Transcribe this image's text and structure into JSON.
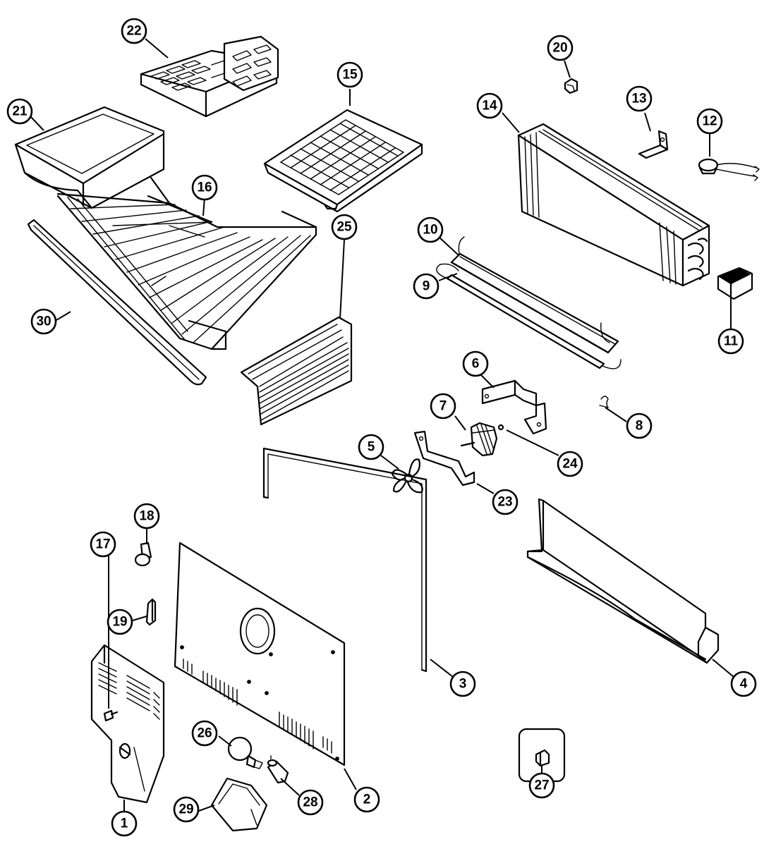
{
  "callouts": [
    {
      "id": "c1",
      "label": "1"
    },
    {
      "id": "c2",
      "label": "2"
    },
    {
      "id": "c3",
      "label": "3"
    },
    {
      "id": "c4",
      "label": "4"
    },
    {
      "id": "c5",
      "label": "5"
    },
    {
      "id": "c6",
      "label": "6"
    },
    {
      "id": "c7",
      "label": "7"
    },
    {
      "id": "c8",
      "label": "8"
    },
    {
      "id": "c9",
      "label": "9"
    },
    {
      "id": "c10",
      "label": "10"
    },
    {
      "id": "c11",
      "label": "11"
    },
    {
      "id": "c12",
      "label": "12"
    },
    {
      "id": "c13",
      "label": "13"
    },
    {
      "id": "c14",
      "label": "14"
    },
    {
      "id": "c15",
      "label": "15"
    },
    {
      "id": "c16",
      "label": "16"
    },
    {
      "id": "c17",
      "label": "17"
    },
    {
      "id": "c18",
      "label": "18"
    },
    {
      "id": "c19",
      "label": "19"
    },
    {
      "id": "c20",
      "label": "20"
    },
    {
      "id": "c21",
      "label": "21"
    },
    {
      "id": "c22",
      "label": "22"
    },
    {
      "id": "c23",
      "label": "23"
    },
    {
      "id": "c24",
      "label": "24"
    },
    {
      "id": "c25",
      "label": "25"
    },
    {
      "id": "c26",
      "label": "26"
    },
    {
      "id": "c27",
      "label": "27"
    },
    {
      "id": "c28",
      "label": "28"
    },
    {
      "id": "c29",
      "label": "29"
    },
    {
      "id": "c30",
      "label": "30"
    }
  ]
}
